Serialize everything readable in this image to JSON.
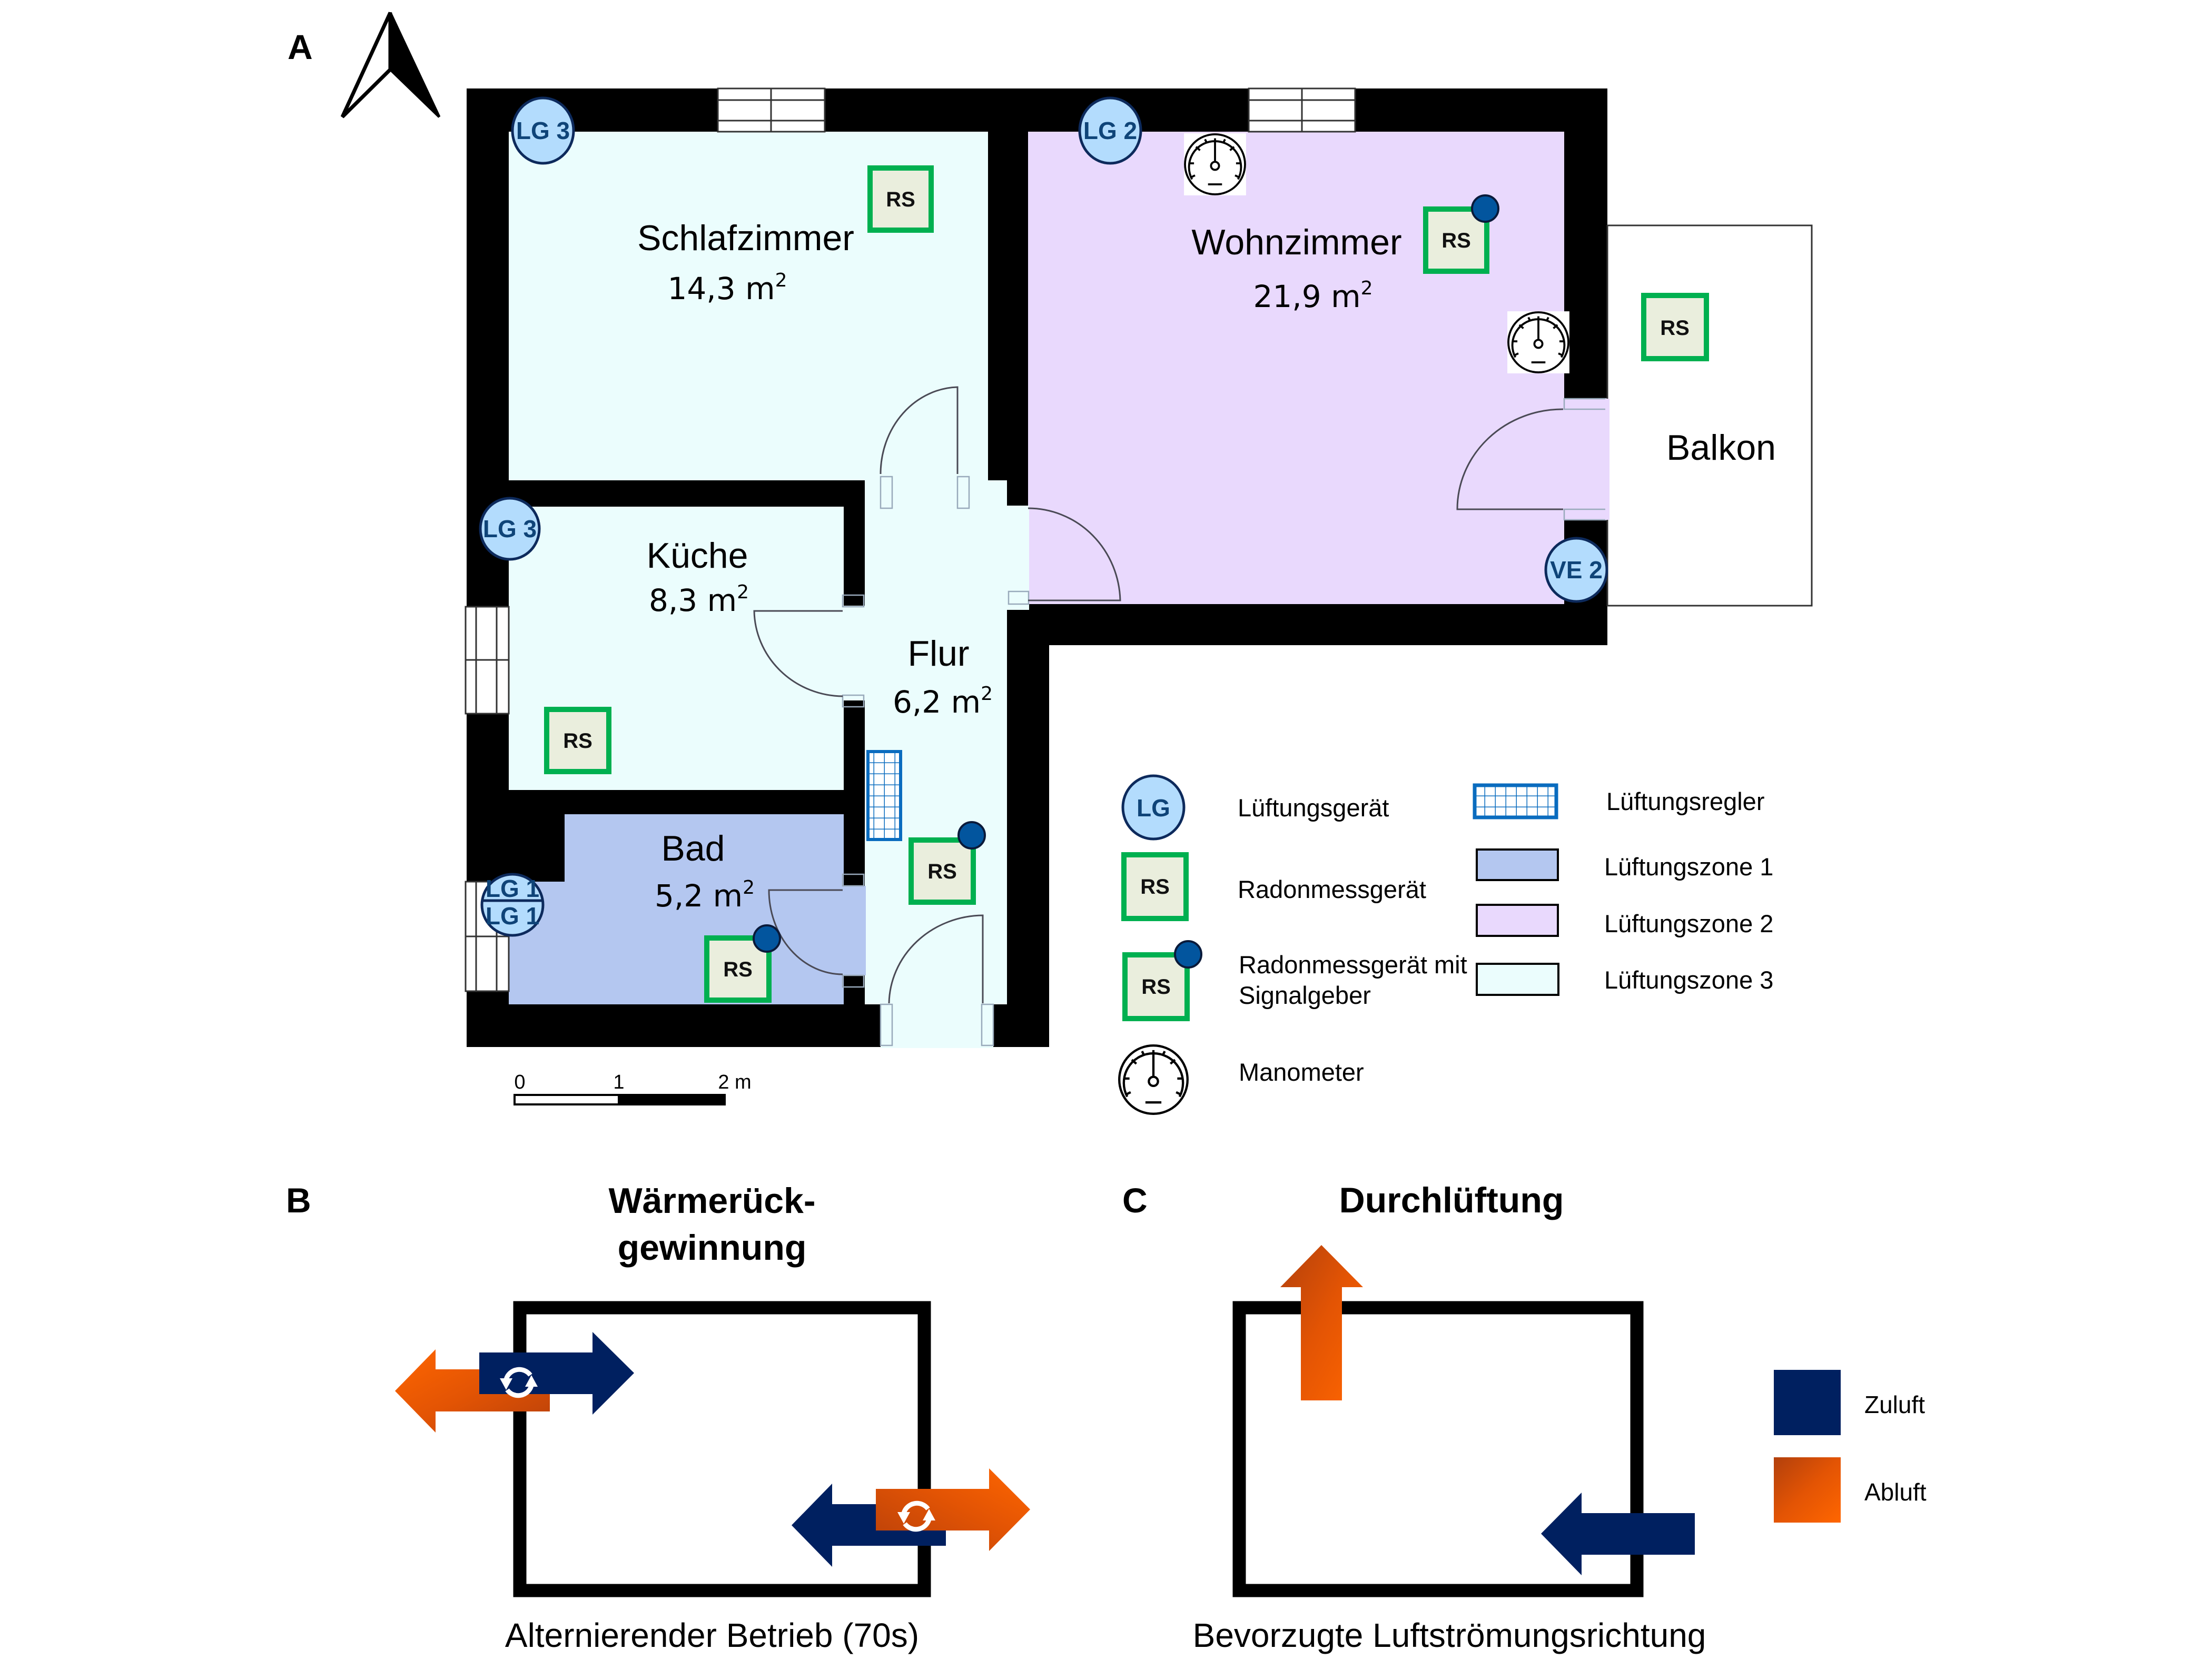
{
  "panels": {
    "a": {
      "letter": "A",
      "rooms": {
        "schlafzimmer": {
          "name": "Schlafzimmer",
          "area": "14,3 m",
          "unit_exp": "2",
          "zone": 3
        },
        "wohnzimmer": {
          "name": "Wohnzimmer",
          "area": "21,9 m",
          "unit_exp": "2",
          "zone": 2
        },
        "kueche": {
          "name": "Küche",
          "area": "8,3 m",
          "unit_exp": "2",
          "zone": 3
        },
        "flur": {
          "name": "Flur",
          "area": "6,2 m",
          "unit_exp": "2",
          "zone": 3
        },
        "bad": {
          "name": "Bad",
          "area": "5,2 m",
          "unit_exp": "2",
          "zone": 1
        },
        "balkon": {
          "name": "Balkon"
        }
      },
      "devices": {
        "lg_schlafzimmer": "LG 3",
        "lg_wohnzimmer": "LG 2",
        "lg_kueche": "LG 3",
        "lg_bad_top": "LG 1",
        "lg_bad_bottom": "LG 1",
        "ve_wohnzimmer": "VE 2",
        "rs": "RS"
      },
      "scale_bar": {
        "labels": [
          "0",
          "1",
          "2 m"
        ]
      },
      "legend": {
        "items": [
          {
            "symbol": "LG",
            "label": "Lüftungsgerät"
          },
          {
            "symbol": "RS",
            "label": "Radonmessgerät"
          },
          {
            "symbol": "RS",
            "label_line1": "Radonmessgerät mit",
            "label_line2": "Signalgeber"
          },
          {
            "symbol": "manometer",
            "label": "Manometer"
          },
          {
            "symbol": "grid",
            "label": "Lüftungsregler"
          },
          {
            "symbol": "zone1",
            "label": "Lüftungszone 1"
          },
          {
            "symbol": "zone2",
            "label": "Lüftungszone 2"
          },
          {
            "symbol": "zone3",
            "label": "Lüftungszone 3"
          }
        ]
      }
    },
    "b": {
      "letter": "B",
      "title_line1": "Wärmerück-",
      "title_line2": "gewinnung",
      "caption": "Alternierender Betrieb (70s)"
    },
    "c": {
      "letter": "C",
      "title": "Durchlüftung",
      "caption": "Bevorzugte Luftströmungsrichtung",
      "legend": [
        {
          "label": "Zuluft",
          "color": "#002060"
        },
        {
          "label": "Abluft",
          "color": "#f25c05"
        }
      ]
    }
  },
  "colors": {
    "zone1": "#b4c7f0",
    "zone2": "#e9d9fd",
    "zone3": "#ebfdfd",
    "zuluft": "#002060",
    "abluft": "#f25c05",
    "rs_border": "#00b050",
    "lg_fill": "#b3dcfd",
    "regler": "#0a6cbf"
  }
}
